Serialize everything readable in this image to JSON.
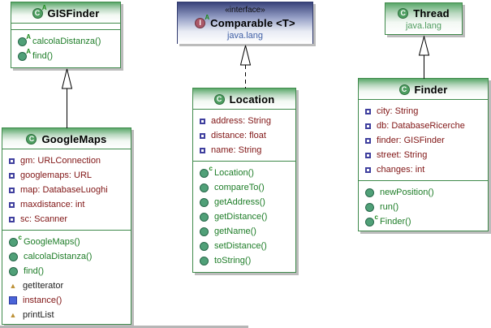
{
  "icons": {
    "class_letter": "C",
    "interface_letter": "I",
    "abstract_badge": "A",
    "constructor_badge": "c",
    "default_method_glyph": "▲"
  },
  "colors": {
    "class_border": "#3f8a4b",
    "interface_border": "#303a6e",
    "field_text": "#801515",
    "public_method_text": "#1e7d28",
    "static_method_text": "#801515",
    "default_method_text": "#1c1c1c",
    "package_text_green": "#4f9c5f",
    "package_text_blue": "#4060a6"
  },
  "classes": {
    "gisfinder": {
      "name": "GISFinder",
      "methods": [
        "calcolaDistanza()",
        "find()"
      ]
    },
    "comparable": {
      "stereotype": "«interface»",
      "name": "Comparable <T>",
      "package": "java.lang"
    },
    "thread": {
      "name": "Thread",
      "package": "java.lang"
    },
    "googlemaps": {
      "name": "GoogleMaps",
      "fields": [
        "gm: URLConnection",
        "googlemaps: URL",
        "map: DatabaseLuoghi",
        "maxdistance: int",
        "sc: Scanner"
      ],
      "methods": [
        "GoogleMaps()",
        "calcolaDistanza()",
        "find()",
        "getIterator",
        "instance()",
        "printList"
      ]
    },
    "location": {
      "name": "Location",
      "fields": [
        "address: String",
        "distance: float",
        "name: String"
      ],
      "methods": [
        "Location()",
        "compareTo()",
        "getAddress()",
        "getDistance()",
        "getName()",
        "setDistance()",
        "toString()"
      ]
    },
    "finder": {
      "name": "Finder",
      "fields": [
        "city: String",
        "db: DatabaseRicerche",
        "finder: GISFinder",
        "street: String",
        "changes: int"
      ],
      "methods": [
        "newPosition()",
        "run()",
        "Finder()"
      ]
    }
  },
  "relationships": [
    {
      "from": "GoogleMaps",
      "to": "GISFinder",
      "type": "generalization"
    },
    {
      "from": "Location",
      "to": "Comparable",
      "type": "realization"
    },
    {
      "from": "Finder",
      "to": "Thread",
      "type": "generalization"
    }
  ]
}
